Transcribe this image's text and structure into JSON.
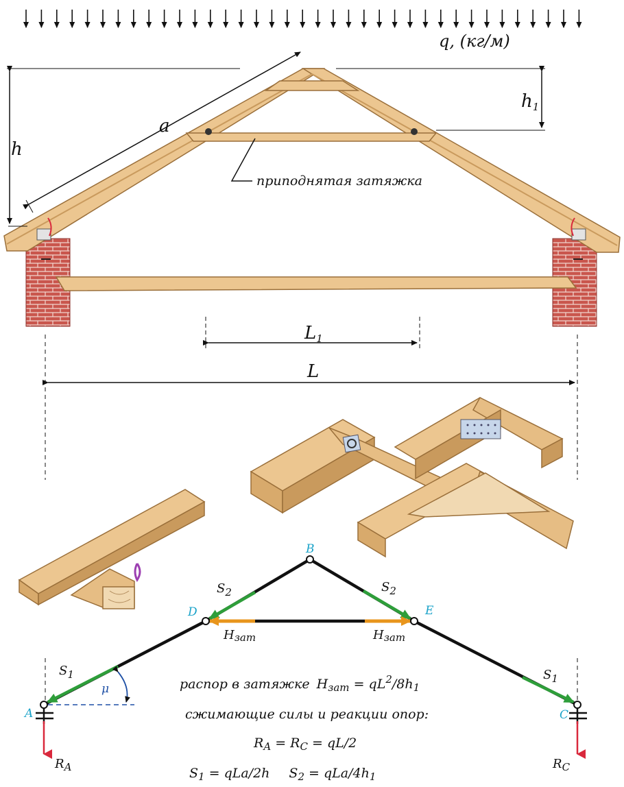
{
  "load": {
    "label": "q, (кг/м)"
  },
  "dimensions": {
    "a": "a",
    "h": "h",
    "h1_main": "h",
    "h1_sub": "1",
    "L1_main": "L",
    "L1_sub": "1",
    "L": "L"
  },
  "callout": {
    "raised_tie": "приподнятая затяжка"
  },
  "nodes": {
    "A": "A",
    "B": "B",
    "C": "C",
    "D": "D",
    "E": "E"
  },
  "forces": {
    "S1_left_main": "S",
    "S1_left_sub": "1",
    "S2_left_main": "S",
    "S2_left_sub": "2",
    "S2_right_main": "S",
    "S2_right_sub": "2",
    "S1_right_main": "S",
    "S1_right_sub": "1",
    "H_left_main": "H",
    "H_left_sub": "зат",
    "H_right_main": "H",
    "H_right_sub": "зат",
    "RA_main": "R",
    "RA_sub": "A",
    "RC_main": "R",
    "RC_sub": "C",
    "angle": "μ"
  },
  "formulas": {
    "line1_text": "распор в затяжке",
    "line1_formula": "H",
    "line1_sub": "зат",
    "line1_eq": " = qL",
    "line1_sup": "2",
    "line1_rest": "/8h",
    "line1_sub2": "1",
    "line2": "сжимающие силы и реакции опор:",
    "line3_r": "R",
    "line3_a": "A",
    "line3_mid": " = R",
    "line3_c": "C",
    "line3_rest": " = qL/2",
    "line4_s1": "S",
    "line4_s1sub": "1",
    "line4_s1rest": " = qLa/2h",
    "line4_s2": "S",
    "line4_s2sub": "2",
    "line4_s2rest": " = qLa/4h",
    "line4_s2sub2": "1"
  },
  "colors": {
    "wood": "#ecc690",
    "wood_dark": "#c99a5d",
    "brick": "#c9564d",
    "green_force": "#2e9e3a",
    "orange_force": "#e8951c",
    "reaction": "#d9283c",
    "node_label": "#1ba3c9"
  }
}
